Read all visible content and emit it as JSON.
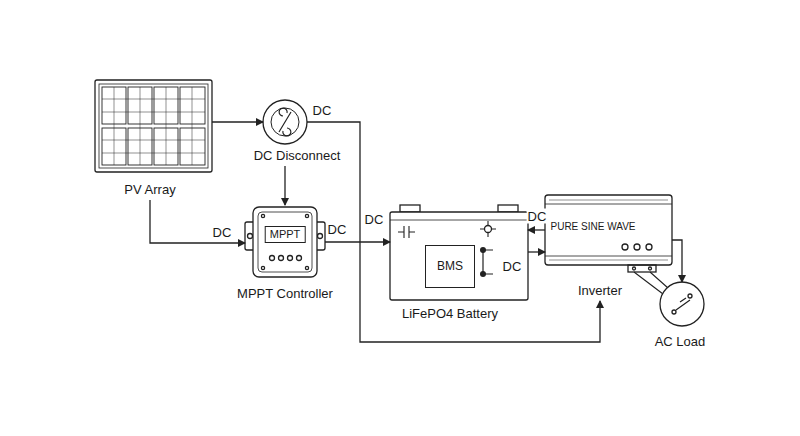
{
  "diagram": {
    "nodes": [
      {
        "text": [
          "PV Array"
        ]
      },
      {
        "text": [
          "DC Disconnect"
        ]
      },
      {
        "text": [
          "MPPT",
          "MPPT Controller"
        ]
      },
      {
        "text": [
          "LiFePO4 Battery"
        ]
      },
      {
        "text": [
          "BMS"
        ],
        "in": 3
      },
      {
        "text": [
          "PURE SINE WAVE",
          "Inverter"
        ]
      },
      {
        "text": [
          "AC Load"
        ]
      }
    ],
    "edges": [
      {
        "from": 0,
        "to": 1,
        "arrow": "to"
      },
      {
        "from": 1,
        "to": 2,
        "arrow": "to"
      },
      {
        "from": 0,
        "to": 2,
        "label": "DC",
        "arrow": "to"
      },
      {
        "from": 2,
        "to": 3,
        "label": "DC",
        "arrow": "to"
      },
      {
        "from": 1,
        "to": 5,
        "label": "DC",
        "arrow": "to"
      },
      {
        "from": 5,
        "to": 3,
        "label": "DC",
        "arrow": "to"
      },
      {
        "from": 3,
        "to": 5,
        "arrow": "to"
      },
      {
        "from": 5,
        "to": 6,
        "arrow": "to"
      }
    ],
    "labels": [
      "DC",
      "DC"
    ]
  }
}
